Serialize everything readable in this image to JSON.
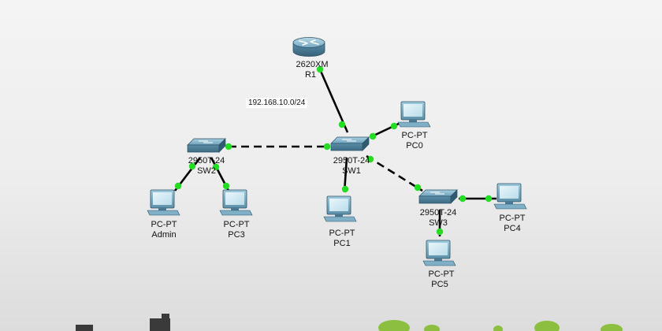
{
  "workspace": {
    "note": "192.168.10.0/24"
  },
  "devices": {
    "r1": {
      "model": "2620XM",
      "name": "R1"
    },
    "sw1": {
      "model": "2950T-24",
      "name": "SW1"
    },
    "sw2": {
      "model": "2950T-24",
      "name": "SW2"
    },
    "sw3": {
      "model": "2950T-24",
      "name": "SW3"
    },
    "pc0": {
      "model": "PC-PT",
      "name": "PC0"
    },
    "pc1": {
      "model": "PC-PT",
      "name": "PC1"
    },
    "pc3": {
      "model": "PC-PT",
      "name": "PC3"
    },
    "pc4": {
      "model": "PC-PT",
      "name": "PC4"
    },
    "pc5": {
      "model": "PC-PT",
      "name": "PC5"
    },
    "admin": {
      "model": "PC-PT",
      "name": "Admin"
    }
  },
  "links": [
    {
      "from": "r1",
      "to": "sw1",
      "cable": "straight"
    },
    {
      "from": "sw1",
      "to": "pc0",
      "cable": "straight"
    },
    {
      "from": "sw1",
      "to": "pc1",
      "cable": "straight"
    },
    {
      "from": "sw1",
      "to": "sw2",
      "cable": "crossover"
    },
    {
      "from": "sw1",
      "to": "sw3",
      "cable": "crossover"
    },
    {
      "from": "sw2",
      "to": "admin",
      "cable": "straight"
    },
    {
      "from": "sw2",
      "to": "pc3",
      "cable": "straight"
    },
    {
      "from": "sw3",
      "to": "pc4",
      "cable": "straight"
    },
    {
      "from": "sw3",
      "to": "pc5",
      "cable": "straight"
    }
  ],
  "colors": {
    "link": "#000000",
    "port_up": "#22dd22",
    "switch_body": "#4a7f9a",
    "pc_body": "#5f93ad",
    "router_body": "#4d86a3",
    "tree": "#8cbf3f",
    "building": "#3a3a3a"
  }
}
